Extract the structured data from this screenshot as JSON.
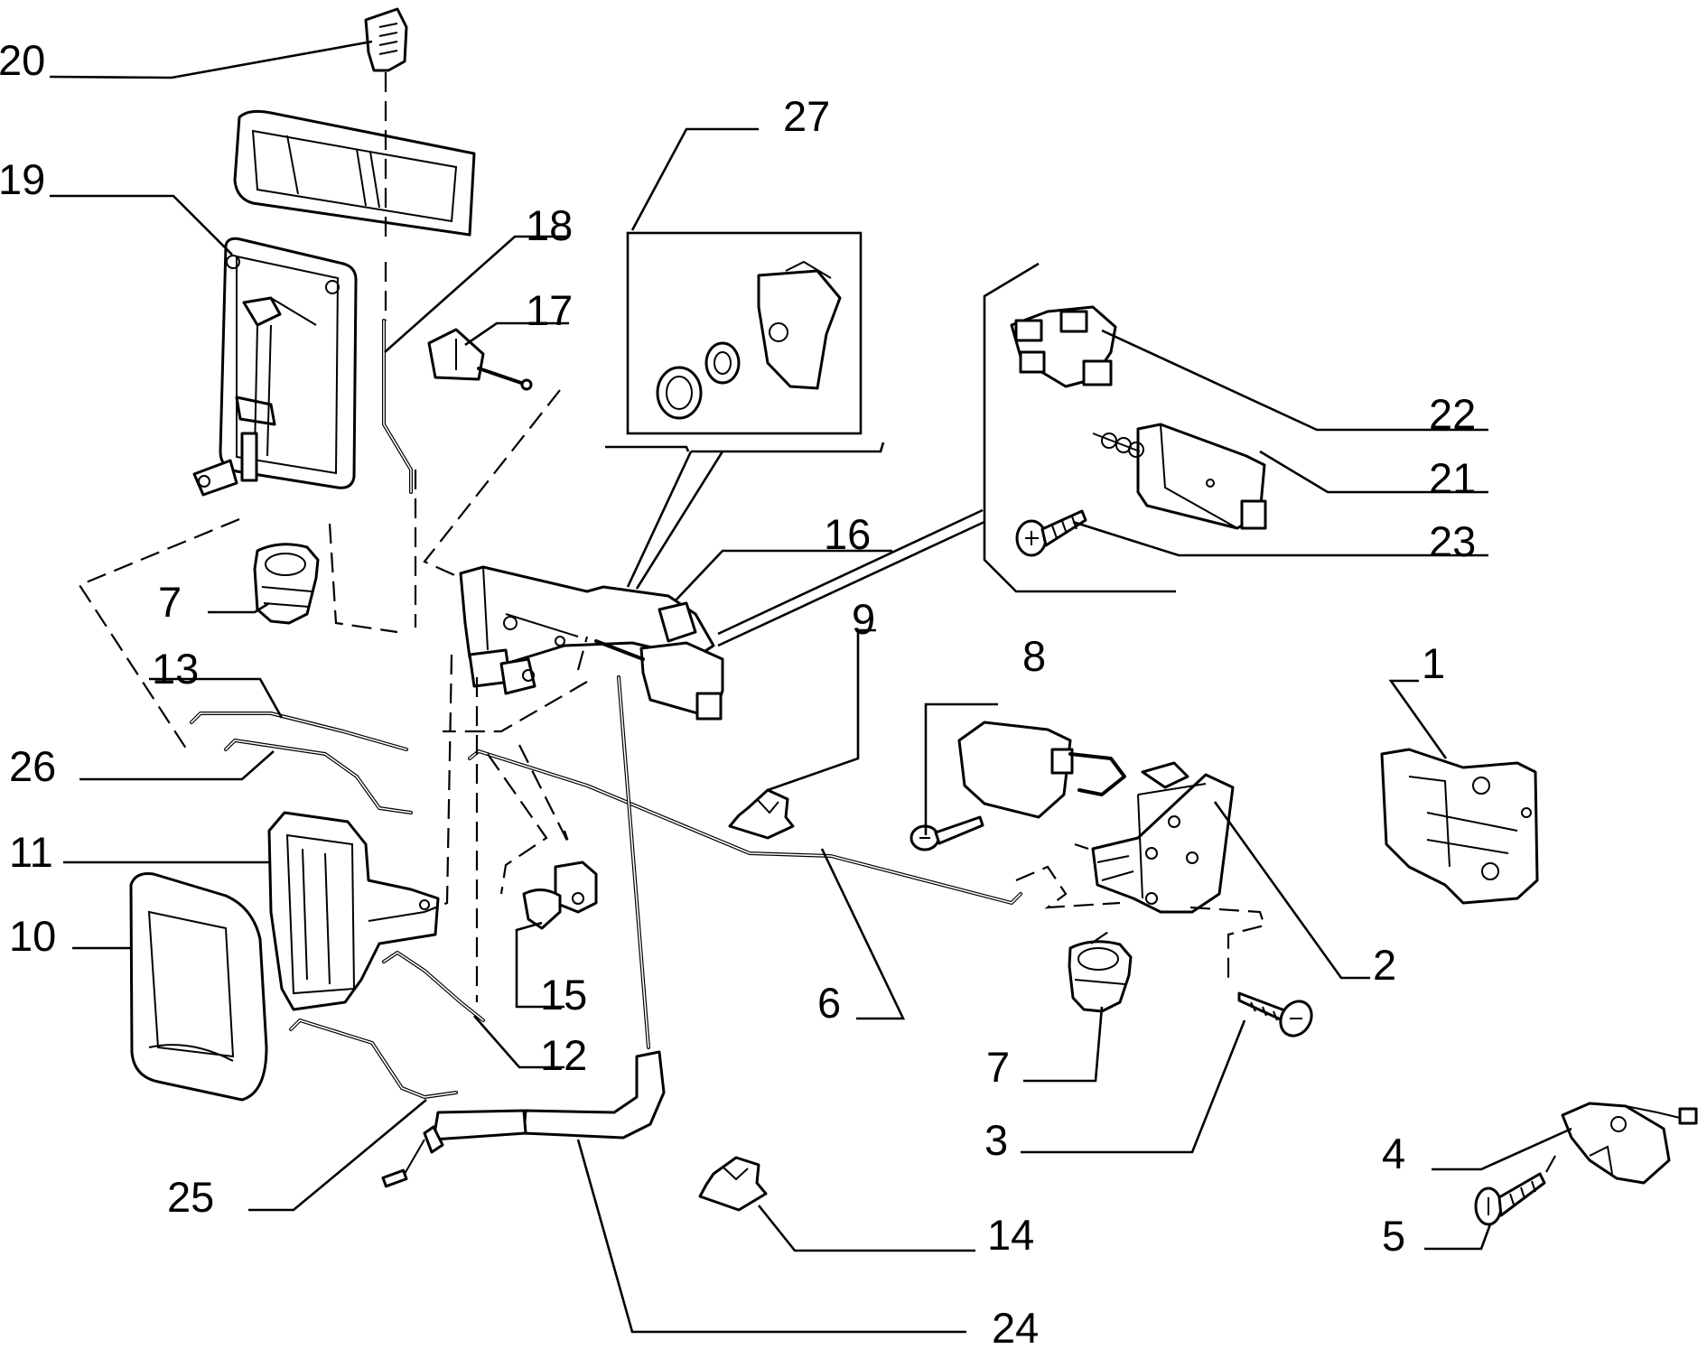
{
  "labels": {
    "1": "1",
    "2": "2",
    "3": "3",
    "4": "4",
    "5": "5",
    "6": "6",
    "7a": "7",
    "7b": "7",
    "8": "8",
    "9": "9",
    "10": "10",
    "11": "11",
    "12": "12",
    "13": "13",
    "14": "14",
    "15": "15",
    "16": "16",
    "17": "17",
    "18": "18",
    "19": "19",
    "20": "20",
    "21": "21",
    "22": "22",
    "23": "23",
    "24": "24",
    "25": "25",
    "26": "26",
    "27": "27"
  }
}
